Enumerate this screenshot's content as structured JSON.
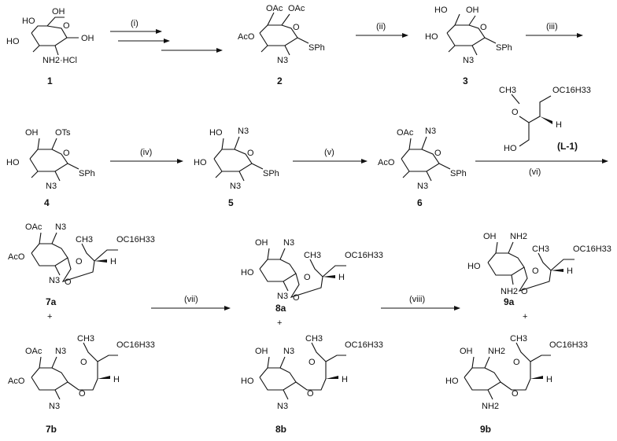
{
  "compounds": [
    {
      "id": "1",
      "label": "1",
      "atoms": [
        "HO",
        "OH",
        "HO",
        "OH",
        "NH2·HCl"
      ]
    },
    {
      "id": "2",
      "label": "2",
      "atoms": [
        "OAc",
        "OAc",
        "AcO",
        "N3",
        "SPh"
      ]
    },
    {
      "id": "3",
      "label": "3",
      "atoms": [
        "HO",
        "OH",
        "HO",
        "N3",
        "SPh"
      ]
    },
    {
      "id": "4",
      "label": "4",
      "atoms": [
        "OH",
        "OTs",
        "HO",
        "N3",
        "SPh"
      ]
    },
    {
      "id": "5",
      "label": "5",
      "atoms": [
        "HO",
        "N3",
        "HO",
        "N3",
        "SPh"
      ]
    },
    {
      "id": "6",
      "label": "6",
      "atoms": [
        "OAc",
        "N3",
        "AcO",
        "N3",
        "SPh"
      ]
    },
    {
      "id": "L-1",
      "label": "(L-1)",
      "atoms": [
        "O",
        "CH3",
        "OC16H33",
        "H",
        "HO"
      ]
    },
    {
      "id": "7a",
      "label": "7a",
      "atoms": [
        "OAc",
        "N3",
        "AcO",
        "N3",
        "O",
        "CH3",
        "OC16H33",
        "H",
        "O"
      ]
    },
    {
      "id": "7b",
      "label": "7b",
      "atoms": [
        "OAc",
        "N3",
        "AcO",
        "N3",
        "O",
        "CH3",
        "OC16H33",
        "H",
        "O"
      ]
    },
    {
      "id": "8a",
      "label": "8a",
      "atoms": [
        "OH",
        "N3",
        "HO",
        "N3",
        "O",
        "CH3",
        "OC16H33",
        "H",
        "O"
      ]
    },
    {
      "id": "8b",
      "label": "8b",
      "atoms": [
        "OH",
        "N3",
        "HO",
        "N3",
        "O",
        "CH3",
        "OC16H33",
        "H",
        "O"
      ]
    },
    {
      "id": "9a",
      "label": "9a",
      "atoms": [
        "OH",
        "NH2",
        "HO",
        "NH2",
        "O",
        "CH3",
        "OC16H33",
        "H",
        "O"
      ]
    },
    {
      "id": "9b",
      "label": "9b",
      "atoms": [
        "OH",
        "NH2",
        "HO",
        "NH2",
        "O",
        "CH3",
        "OC16H33",
        "H",
        "O"
      ]
    }
  ],
  "steps": [
    {
      "id": "s1",
      "label": "(i)"
    },
    {
      "id": "s2",
      "label": "(ii)"
    },
    {
      "id": "s3",
      "label": "(iii)"
    },
    {
      "id": "s4",
      "label": "(iv)"
    },
    {
      "id": "s5",
      "label": "(v)"
    },
    {
      "id": "s6",
      "label": "(vi)"
    },
    {
      "id": "s7",
      "label": "(vii)"
    },
    {
      "id": "s8",
      "label": "(viii)"
    }
  ],
  "plus": "+"
}
